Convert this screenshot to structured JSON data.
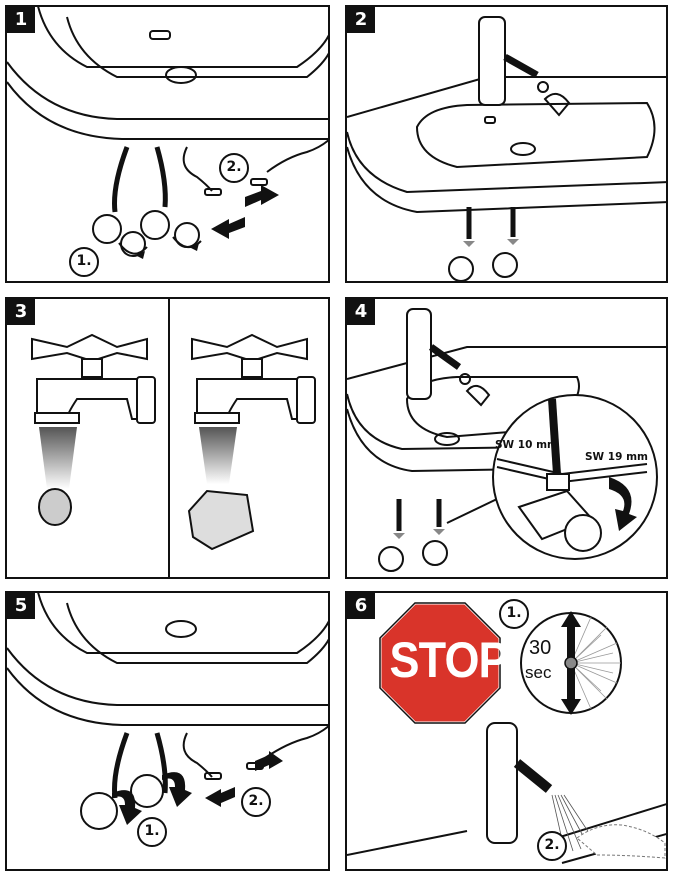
{
  "panels": [
    {
      "number": "1",
      "steps": [
        "1.",
        "2."
      ]
    },
    {
      "number": "2"
    },
    {
      "number": "3"
    },
    {
      "number": "4",
      "wrench_labels": [
        "SW 10 mm",
        "SW 19 mm"
      ]
    },
    {
      "number": "5",
      "steps": [
        "1.",
        "2."
      ]
    },
    {
      "number": "6",
      "steps": [
        "1.",
        "2."
      ],
      "sign": "STOP",
      "timer_value": "30",
      "timer_unit": "sec"
    }
  ],
  "colors": {
    "stop_sign": "#d9342a",
    "line": "#111111",
    "arrow_fill": "#111111"
  }
}
